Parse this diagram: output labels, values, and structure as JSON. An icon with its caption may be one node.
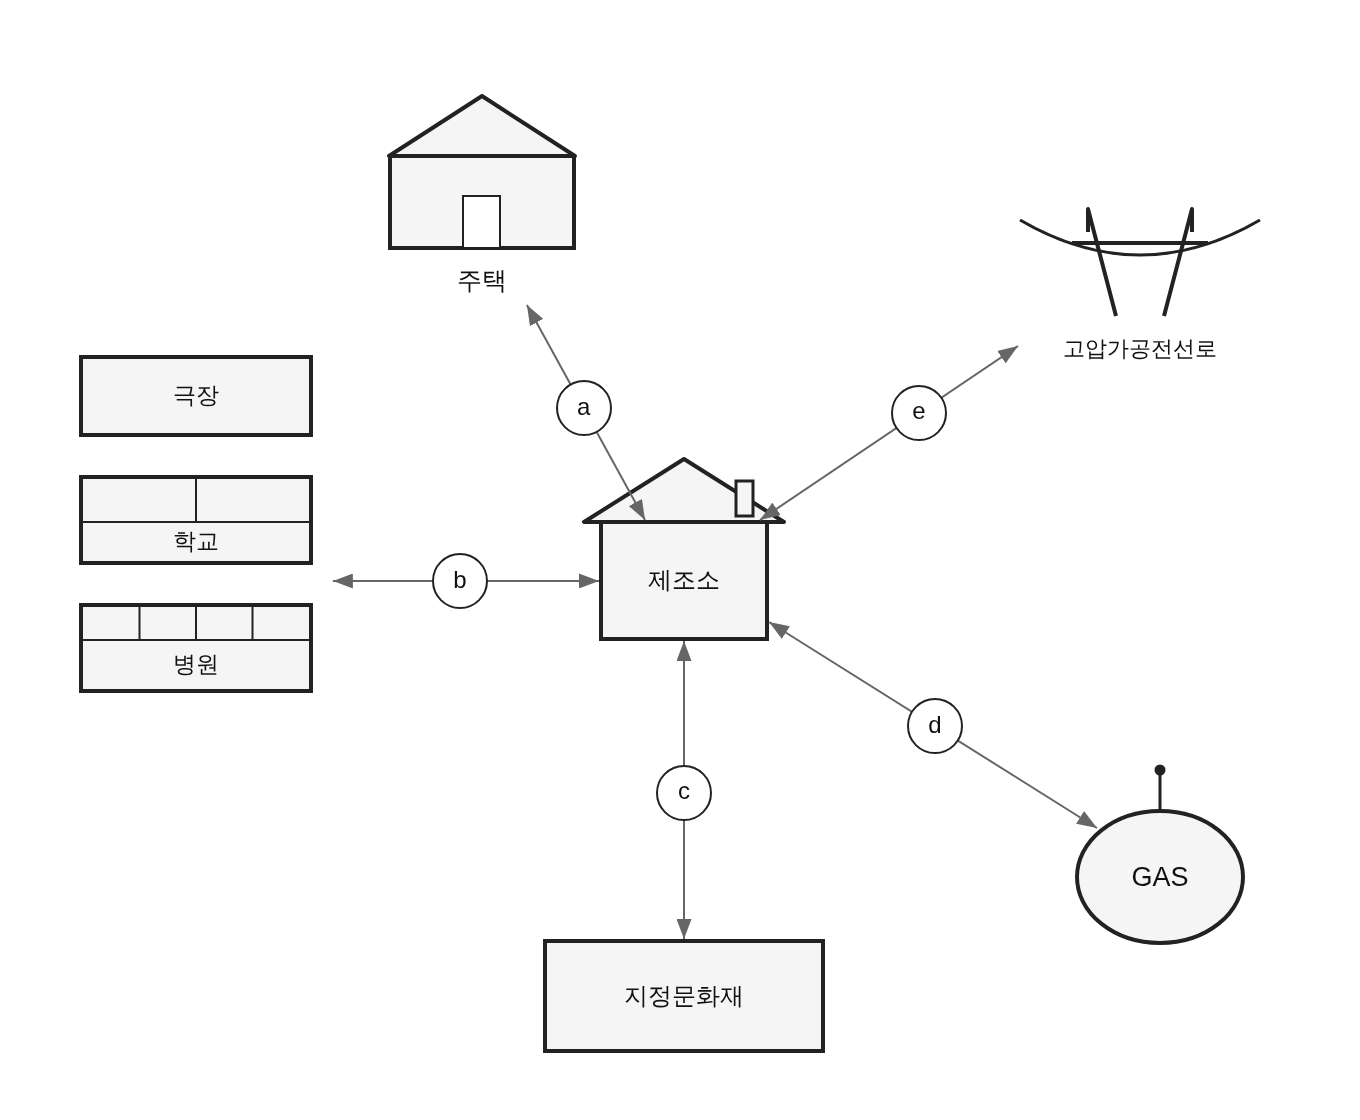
{
  "diagram": {
    "nodes": [
      {
        "text": [
          "주택"
        ]
      },
      {
        "text": [
          "고압가공전선로"
        ]
      },
      {
        "text": [
          "극장"
        ]
      },
      {
        "text": [
          "학교"
        ]
      },
      {
        "text": [
          "병원"
        ]
      },
      {
        "text": [
          "제조소"
        ]
      },
      {
        "text": [
          "지정문화재"
        ]
      },
      {
        "text": [
          "GAS"
        ]
      }
    ],
    "edges": [
      {
        "from": 5,
        "to": 0,
        "arrow": "both",
        "label": "a"
      },
      {
        "from": 5,
        "to": 3,
        "arrow": "both",
        "label": "b"
      },
      {
        "from": 5,
        "to": 6,
        "arrow": "both",
        "label": "c"
      },
      {
        "from": 5,
        "to": 7,
        "arrow": "both",
        "label": "d"
      },
      {
        "from": 5,
        "to": 1,
        "arrow": "both",
        "label": "e"
      }
    ]
  }
}
